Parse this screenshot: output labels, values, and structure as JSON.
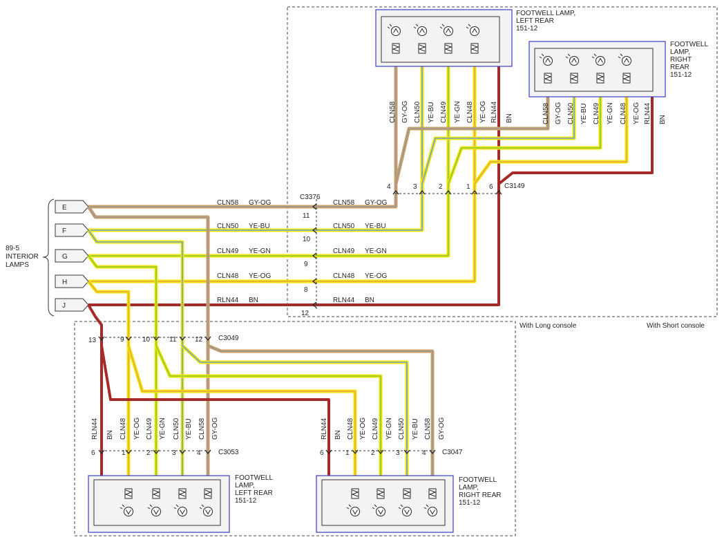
{
  "colors": {
    "brown": "#a52a2a",
    "gray_og": "#c8a068",
    "gray_og_core": "#999999",
    "yellow": "#f3e600",
    "green": "#88c540",
    "blue": "#6aa0d8",
    "orange": "#e6a64c",
    "box_blue": "#3a3acb"
  },
  "source": {
    "name": "89-5 INTERIOR LAMPS",
    "name_line1": "89-5",
    "name_line2": "INTERIOR",
    "name_line3": "LAMPS",
    "pins": [
      "E",
      "F",
      "G",
      "H",
      "J"
    ]
  },
  "circuits": [
    {
      "id": "CLN58",
      "color": "GY-OG"
    },
    {
      "id": "CLN50",
      "color": "YE-BU"
    },
    {
      "id": "CLN49",
      "color": "YE-GN"
    },
    {
      "id": "CLN48",
      "color": "YE-OG"
    },
    {
      "id": "RLN44",
      "color": "BN"
    }
  ],
  "connectors": {
    "c3376": {
      "name": "C3376",
      "pins": [
        "11",
        "10",
        "9",
        "8",
        "12"
      ]
    },
    "c3149": {
      "name": "C3149",
      "pins": [
        "4",
        "3",
        "2",
        "1",
        "6"
      ]
    },
    "c3049": {
      "name": "C3049",
      "pins": [
        "13",
        "9",
        "10",
        "11",
        "12"
      ]
    },
    "c3053": {
      "name": "C3053",
      "pins": [
        "6",
        "1",
        "2",
        "3",
        "4"
      ]
    },
    "c3047": {
      "name": "C3047",
      "pins": [
        "6",
        "1",
        "2",
        "3",
        "4"
      ]
    }
  },
  "lamps": {
    "short_left": {
      "l1": "FOOTWELL LAMP,",
      "l2": "LEFT REAR",
      "l3": "151-12"
    },
    "short_right": {
      "l1": "FOOTWELL",
      "l2": "LAMP,",
      "l3": "RIGHT",
      "l4": "REAR",
      "l5": "151-12"
    },
    "long_left": {
      "l1": "FOOTWELL",
      "l2": "LAMP,",
      "l3": "LEFT REAR",
      "l4": "151-12"
    },
    "long_right": {
      "l1": "FOOTWELL",
      "l2": "LAMP,",
      "l3": "RIGHT REAR",
      "l4": "151-12"
    }
  },
  "options": {
    "long": "With Long console",
    "short": "With Short console"
  }
}
